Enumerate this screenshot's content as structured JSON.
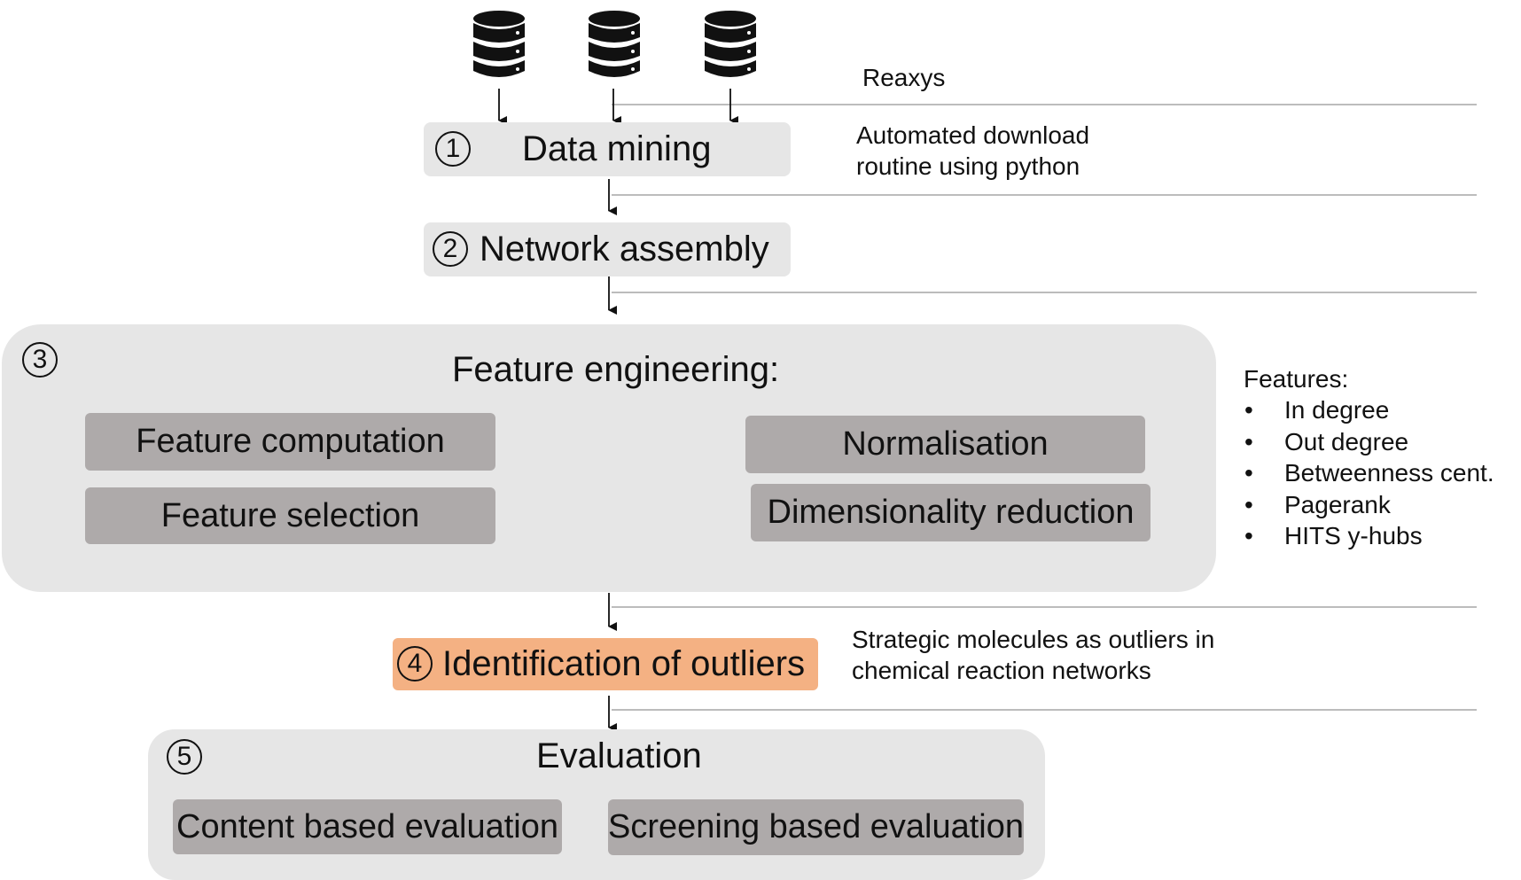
{
  "database_icons": [
    "database-icon",
    "database-icon",
    "database-icon"
  ],
  "steps": {
    "data_mining": {
      "number": "1",
      "title": "Data mining"
    },
    "network_assembly": {
      "number": "2",
      "title": "Network assembly"
    },
    "feature_engineering": {
      "number": "3",
      "title": "Feature engineering:",
      "boxes": {
        "feature_computation": "Feature computation",
        "feature_selection": "Feature selection",
        "normalisation": "Normalisation",
        "dimensionality_reduction": "Dimensionality reduction"
      }
    },
    "outliers": {
      "number": "4",
      "title": "Identification of outliers"
    },
    "evaluation": {
      "number": "5",
      "title": "Evaluation",
      "boxes": {
        "content_based": "Content based evaluation",
        "screening_based": "Screening based evaluation"
      }
    }
  },
  "notes": {
    "reaxys": "Reaxys",
    "download_line1": "Automated download",
    "download_line2": "routine using python",
    "outliers_line1": "Strategic molecules as outliers in",
    "outliers_line2": "chemical reaction networks"
  },
  "features": {
    "heading": "Features:",
    "items": [
      "In degree",
      "Out degree",
      "Betweenness cent.",
      "Pagerank",
      "HITS y-hubs"
    ]
  },
  "colors": {
    "light_box": "#e6e6e6",
    "dark_box": "#aeaaaa",
    "highlight_box": "#f4b183",
    "separator_line": "#a6a6a6"
  }
}
